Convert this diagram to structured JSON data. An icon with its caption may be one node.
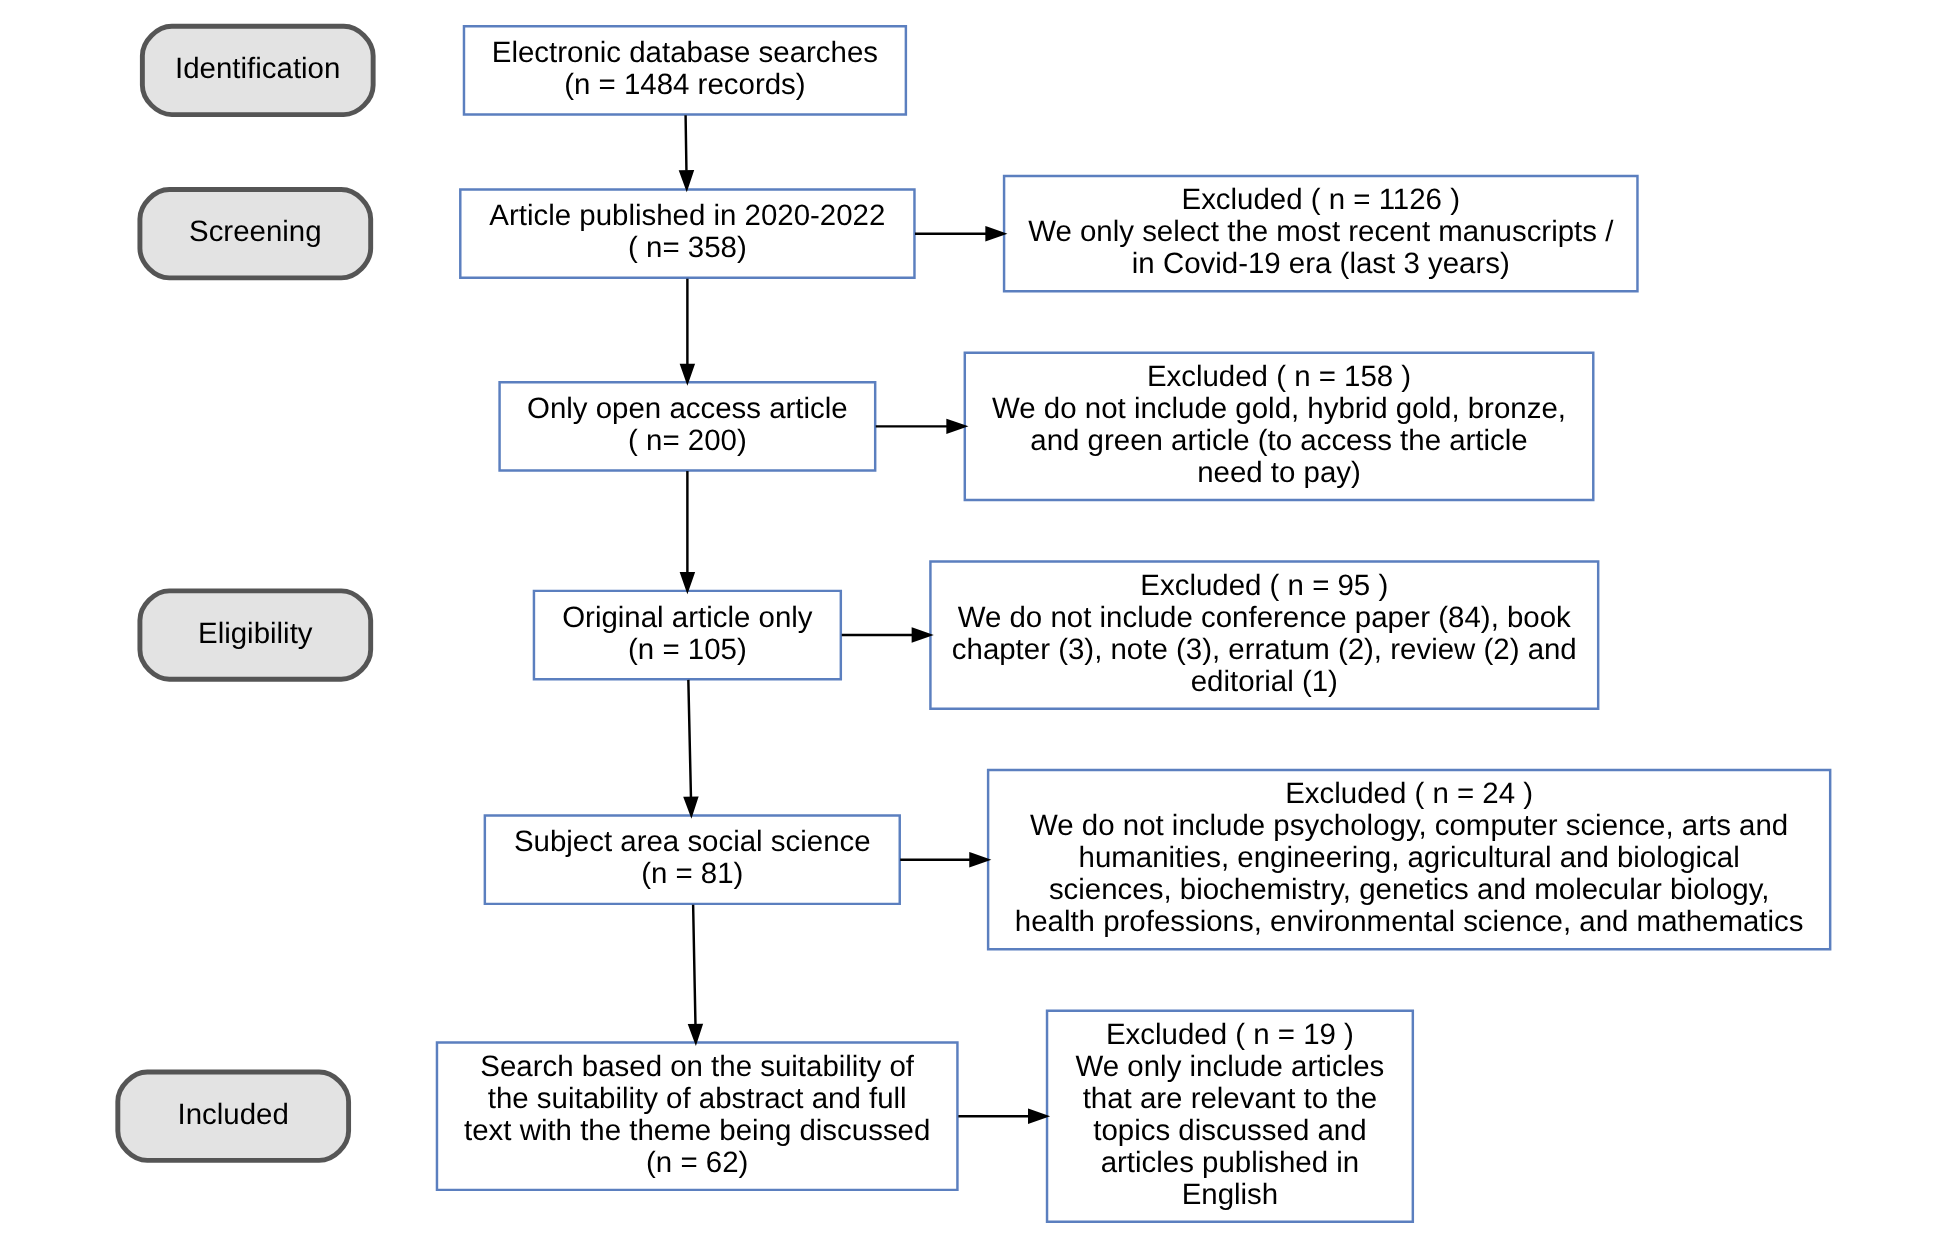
{
  "diagram": {
    "nodes": [
      {
        "text": [
          "Identification"
        ]
      },
      {
        "text": [
          "Screening"
        ]
      },
      {
        "text": [
          "Eligibility"
        ]
      },
      {
        "text": [
          "Included"
        ]
      },
      {
        "text": [
          "Electronic database searches",
          "(n = 1484 records)"
        ]
      },
      {
        "text": [
          "Article published in 2020-2022",
          "( n= 358)"
        ]
      },
      {
        "text": [
          "Excluded ( n = 1126 )",
          "We only select the most recent manuscripts / in Covid-19 era (last 3 years)"
        ]
      },
      {
        "text": [
          "Only open access article",
          "( n= 200)"
        ]
      },
      {
        "text": [
          "Excluded ( n = 158 )",
          "We do not include gold, hybrid gold, bronze, and green article (to access the article need to pay)"
        ]
      },
      {
        "text": [
          "Original article only",
          "(n = 105)"
        ]
      },
      {
        "text": [
          "Excluded ( n = 95 )",
          "We do not include conference paper (84), book chapter (3), note (3), erratum (2), review (2) and editorial (1)"
        ]
      },
      {
        "text": [
          "Subject area social science",
          "(n = 81)"
        ]
      },
      {
        "text": [
          "Excluded ( n = 24 )",
          "We do not include psychology, computer science, arts and humanities, engineering, agricultural and biological sciences, biochemistry, genetics and molecular biology, health professions, environmental science, and mathematics"
        ]
      },
      {
        "text": [
          "Search based on the suitability of the suitability of abstract and full text with the theme being discussed",
          "(n = 62)"
        ]
      },
      {
        "text": [
          "Excluded ( n = 19 )",
          "We only include articles that are relevant to the topics discussed and articles published in English"
        ]
      }
    ],
    "edges": [
      {
        "from": 4,
        "to": 5,
        "arrow": "to"
      },
      {
        "from": 5,
        "to": 6,
        "arrow": "to"
      },
      {
        "from": 5,
        "to": 7,
        "arrow": "to"
      },
      {
        "from": 7,
        "to": 8,
        "arrow": "to"
      },
      {
        "from": 7,
        "to": 9,
        "arrow": "to"
      },
      {
        "from": 9,
        "to": 10,
        "arrow": "to"
      },
      {
        "from": 9,
        "to": 11,
        "arrow": "to"
      },
      {
        "from": 11,
        "to": 12,
        "arrow": "to"
      },
      {
        "from": 11,
        "to": 13,
        "arrow": "to"
      },
      {
        "from": 13,
        "to": 14,
        "arrow": "to"
      }
    ]
  }
}
